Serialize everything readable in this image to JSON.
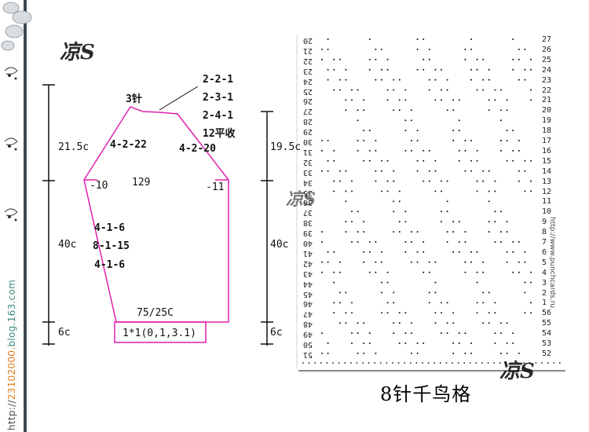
{
  "sidebar": {
    "blog_prefix": "http://",
    "blog_mid": "23102000.",
    "blog_suffix": "blog.163.com"
  },
  "logos": {
    "mark": "凉S"
  },
  "sleeve": {
    "top_stitches": "3针",
    "decrease_1": "2-2-1",
    "decrease_2": "2-3-1",
    "decrease_3": "2-4-1",
    "decrease_4": "12平收",
    "cap_height": "21.5c",
    "cap_height_right": "19.5c",
    "cap_left_rule": "4-2-22",
    "cap_right_rule": "4-2-20",
    "cast_left": "-10",
    "cast_right": "-11",
    "width_stitches": "129",
    "body_height": "40c",
    "body_height_right": "40c",
    "inc_1": "4-1-6",
    "inc_2": "8-1-15",
    "inc_3": "4-1-6",
    "cuff_width": "75/25C",
    "cuff_pattern": "1*1(0,1,3.1)",
    "cuff_height": "6c",
    "cuff_height_right": "6c"
  },
  "chart": {
    "title": "8针千鸟格",
    "url": "http://www.punchcards.ru",
    "left_numbers": [
      "20",
      "21",
      "22",
      "23",
      "24",
      "25",
      "26",
      "27",
      "28",
      "29",
      "30",
      "31",
      "32",
      "33",
      "34",
      "35",
      "36",
      "37",
      "38",
      "39",
      "40",
      "41",
      "42",
      "43",
      "44",
      "45",
      "46",
      "47",
      "48",
      "49",
      "50",
      "51"
    ],
    "right_numbers": [
      "27",
      "26",
      "25",
      "24",
      "23",
      "22",
      "21",
      "20",
      "19",
      "18",
      "17",
      "16",
      "15",
      "14",
      "13",
      "12",
      "11",
      "10",
      "9",
      "8",
      "7",
      "6",
      "5",
      "4",
      "3",
      "2",
      "1",
      "56",
      "55",
      "54",
      "53",
      "52"
    ]
  },
  "colors": {
    "outline": "#e020b0",
    "line": "#111111",
    "accent": "#e07a1a"
  }
}
